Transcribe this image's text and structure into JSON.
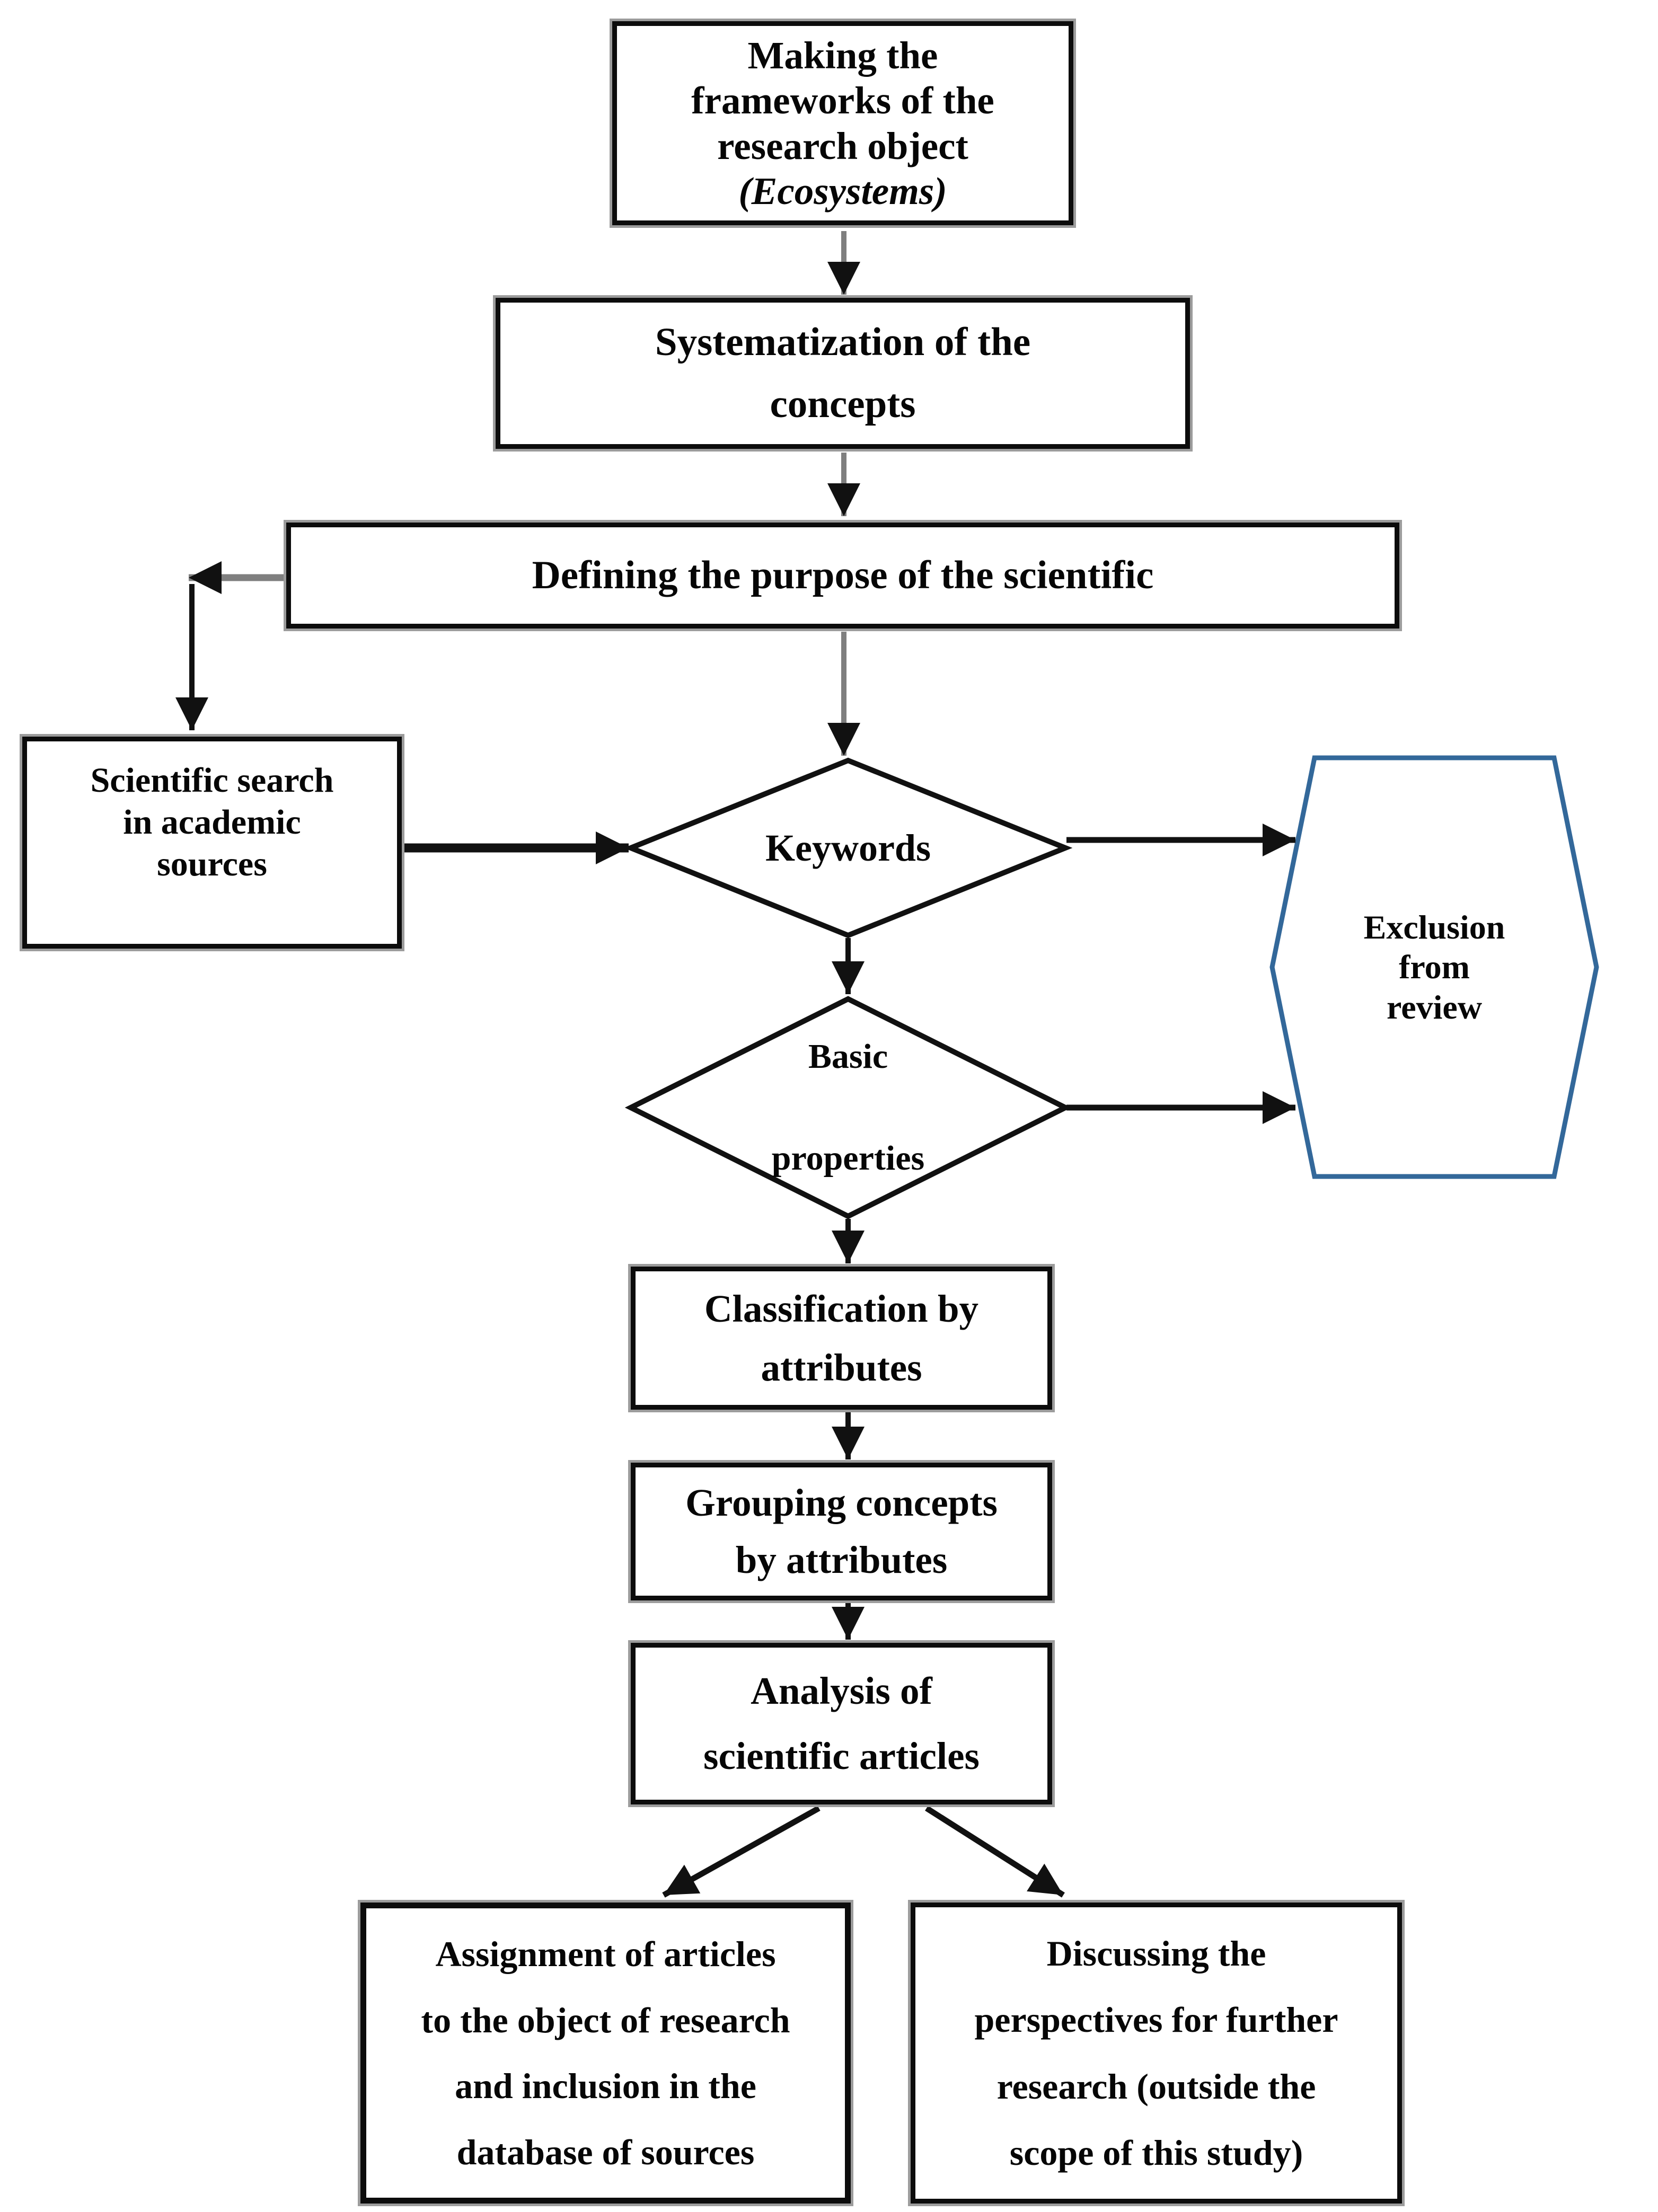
{
  "diagram": {
    "title": "Research methodology flowchart",
    "nodes": {
      "frameworks": {
        "shape": "rectangle",
        "lines": [
          "Making the",
          "frameworks of the",
          "research object",
          "(Ecosystems)"
        ]
      },
      "systematization": {
        "shape": "rectangle",
        "lines": [
          "Systematization of the",
          "concepts"
        ]
      },
      "defining": {
        "shape": "rectangle",
        "label": "Defining the purpose of the scientific"
      },
      "scientific_search": {
        "shape": "rectangle",
        "lines": [
          "Scientific search",
          "in academic",
          "sources"
        ]
      },
      "keywords": {
        "shape": "diamond",
        "label": "Keywords"
      },
      "basic_properties": {
        "shape": "diamond",
        "lines": [
          "Basic",
          "properties"
        ]
      },
      "exclusion": {
        "shape": "hexagon",
        "lines": [
          "Exclusion",
          "from",
          "review"
        ]
      },
      "classification": {
        "shape": "rectangle",
        "lines": [
          "Classification by",
          "attributes"
        ]
      },
      "grouping": {
        "shape": "rectangle",
        "lines": [
          "Grouping concepts",
          "by attributes"
        ]
      },
      "analysis": {
        "shape": "rectangle",
        "lines": [
          "Analysis of",
          "scientific articles"
        ]
      },
      "assignment": {
        "shape": "rectangle",
        "lines": [
          "Assignment of articles",
          "to the object of research",
          "and inclusion in the",
          "database of sources"
        ]
      },
      "discussing": {
        "shape": "rectangle",
        "lines": [
          "Discussing the",
          "perspectives for further",
          "research (outside the",
          "scope of this study)"
        ]
      }
    },
    "edges": [
      {
        "from": "frameworks",
        "to": "systematization"
      },
      {
        "from": "systematization",
        "to": "defining"
      },
      {
        "from": "defining",
        "to": "keywords"
      },
      {
        "from": "defining",
        "to": "scientific_search"
      },
      {
        "from": "scientific_search",
        "to": "keywords"
      },
      {
        "from": "keywords",
        "to": "exclusion"
      },
      {
        "from": "keywords",
        "to": "basic_properties"
      },
      {
        "from": "basic_properties",
        "to": "exclusion"
      },
      {
        "from": "basic_properties",
        "to": "classification"
      },
      {
        "from": "classification",
        "to": "grouping"
      },
      {
        "from": "grouping",
        "to": "analysis"
      },
      {
        "from": "analysis",
        "to": "assignment"
      },
      {
        "from": "analysis",
        "to": "discussing"
      }
    ],
    "colors": {
      "background": "#ffffff",
      "text": "#060606",
      "box_border": "#0c0c0c",
      "box_shadow": "#9c9c9c",
      "hexagon_border": "#33689a",
      "connector": "#111111",
      "connector_gray": "#7f7f7f"
    }
  }
}
